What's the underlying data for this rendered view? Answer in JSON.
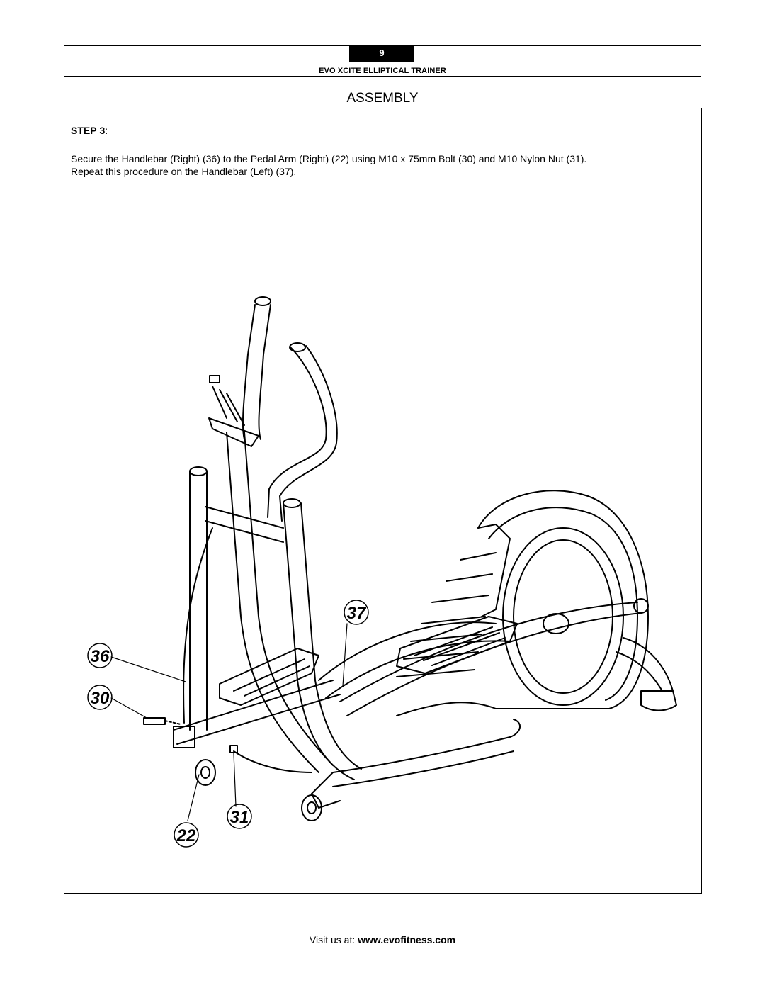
{
  "header": {
    "page_number": "9",
    "doc_title": "EVO XCITE ELLIPTICAL TRAINER"
  },
  "section_heading": "ASSEMBLY",
  "step": {
    "label": "STEP",
    "number": "3",
    "suffix": ":",
    "instruction_line1": "Secure the Handlebar (Right) (36) to the Pedal Arm (Right) (22) using M10 x 75mm Bolt (30) and M10 Nylon Nut (31).",
    "instruction_line2": "Repeat this procedure on the Handlebar (Left) (37)."
  },
  "callouts": [
    "37",
    "36",
    "30",
    "31",
    "22"
  ],
  "footer": {
    "prefix": "Visit us at: ",
    "url": "www.evofitness.com"
  }
}
